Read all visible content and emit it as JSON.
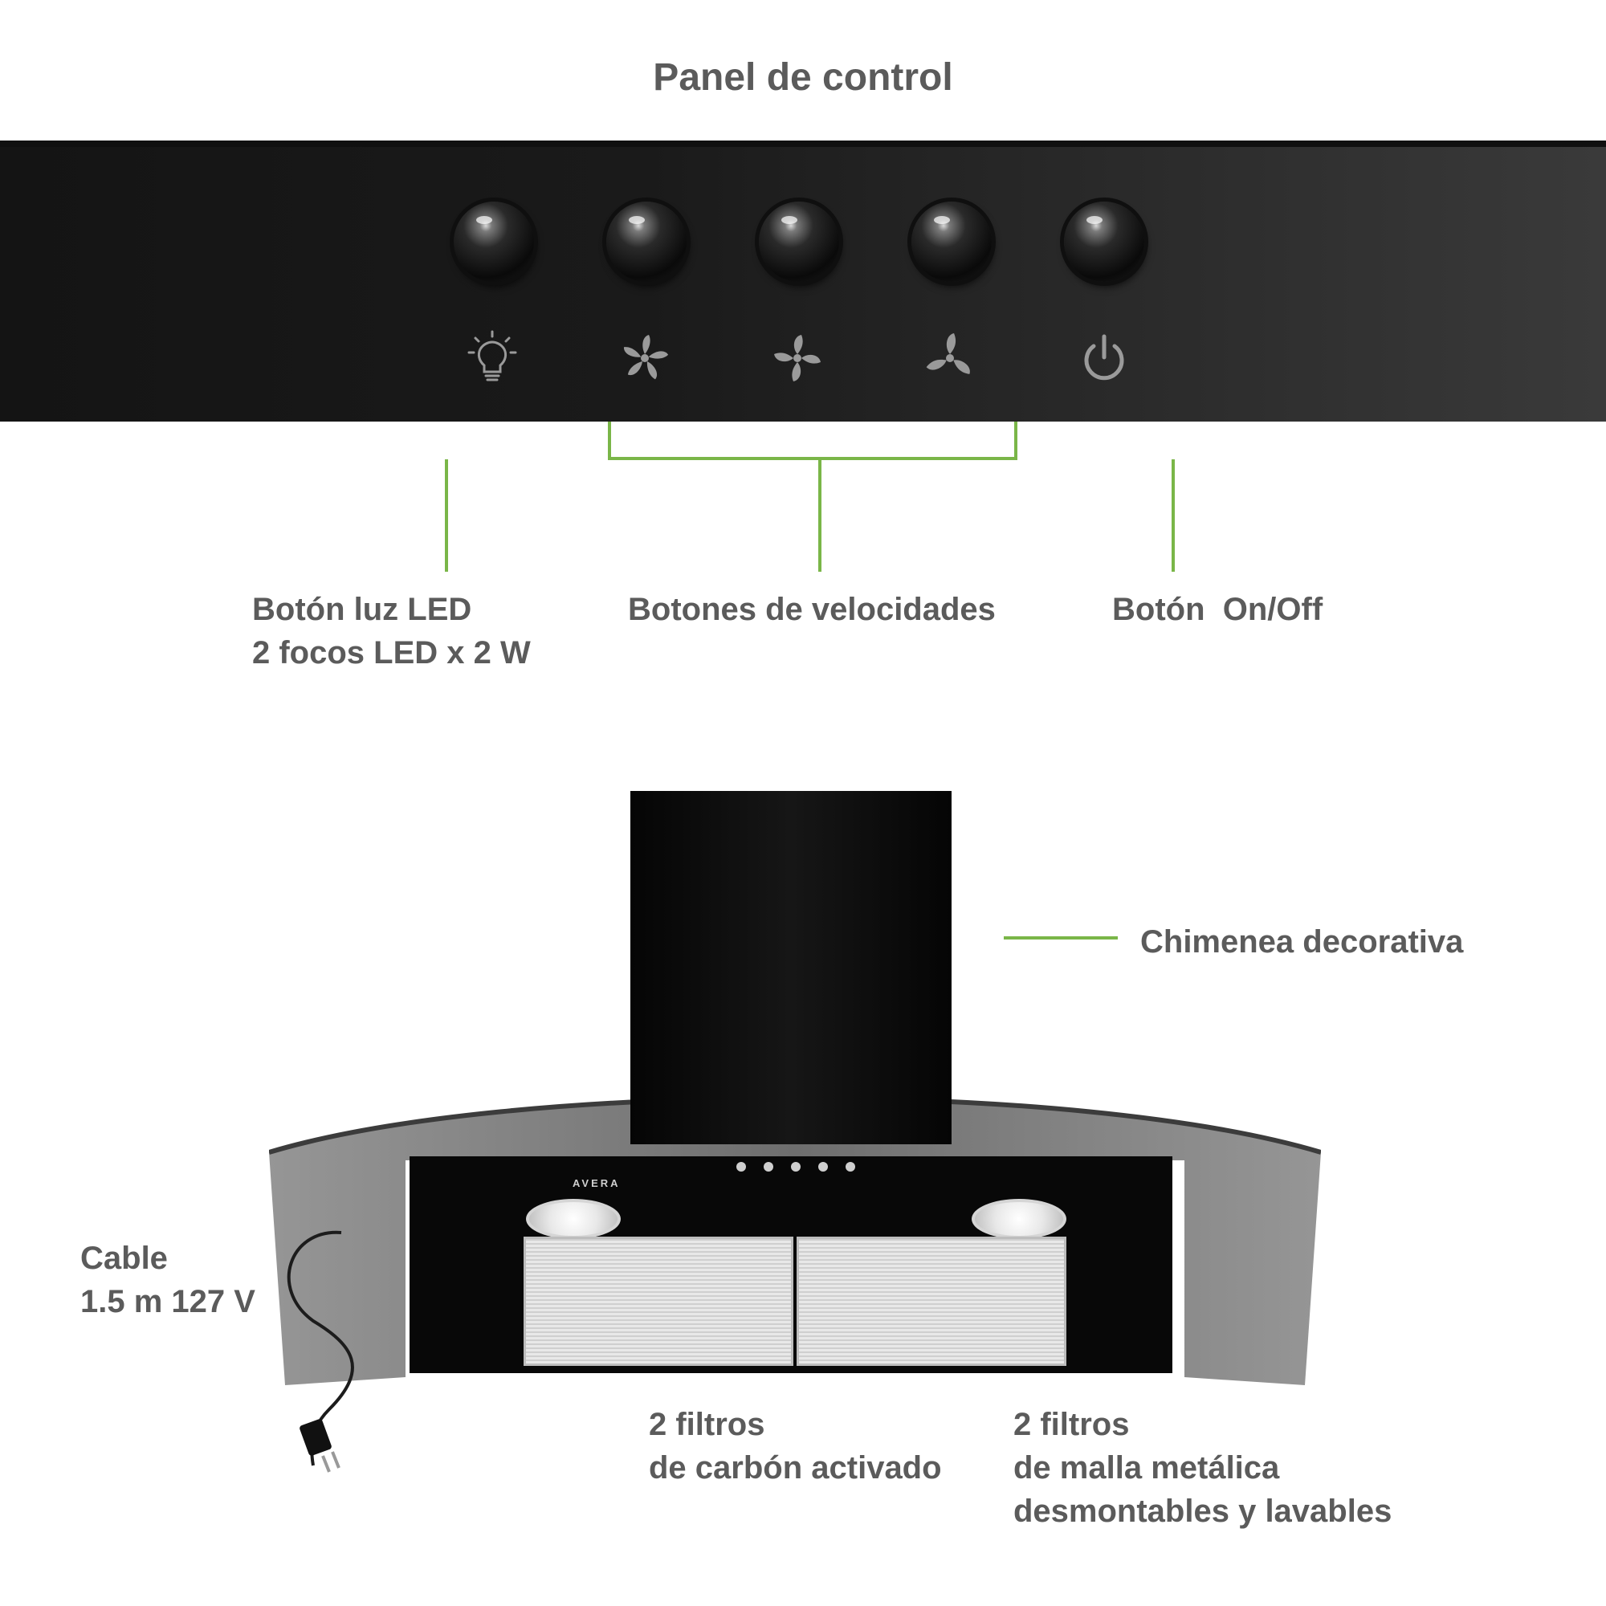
{
  "title": "Panel de control",
  "panel_icons": [
    "lightbulb-icon",
    "fan-speed-1-icon",
    "fan-speed-2-icon",
    "fan-speed-3-icon",
    "power-icon"
  ],
  "labels": {
    "led_line1": "Botón luz LED",
    "led_line2": "2 focos LED x 2 W",
    "speeds": "Botones de velocidades",
    "onoff": "Botón  On/Off",
    "chimney": "Chimenea decorativa",
    "cable_line1": "Cable",
    "cable_line2": "1.5 m 127 V",
    "carbon_line1": "2 filtros",
    "carbon_line2": "de carbón activado",
    "mesh_line1": "2 filtros",
    "mesh_line2": "de malla metálica",
    "mesh_line3": "desmontables y lavables"
  },
  "brand": "AVERA",
  "colors": {
    "accent": "#7ab648",
    "text": "#5b5b5b",
    "panel": "#1a1a1a"
  }
}
